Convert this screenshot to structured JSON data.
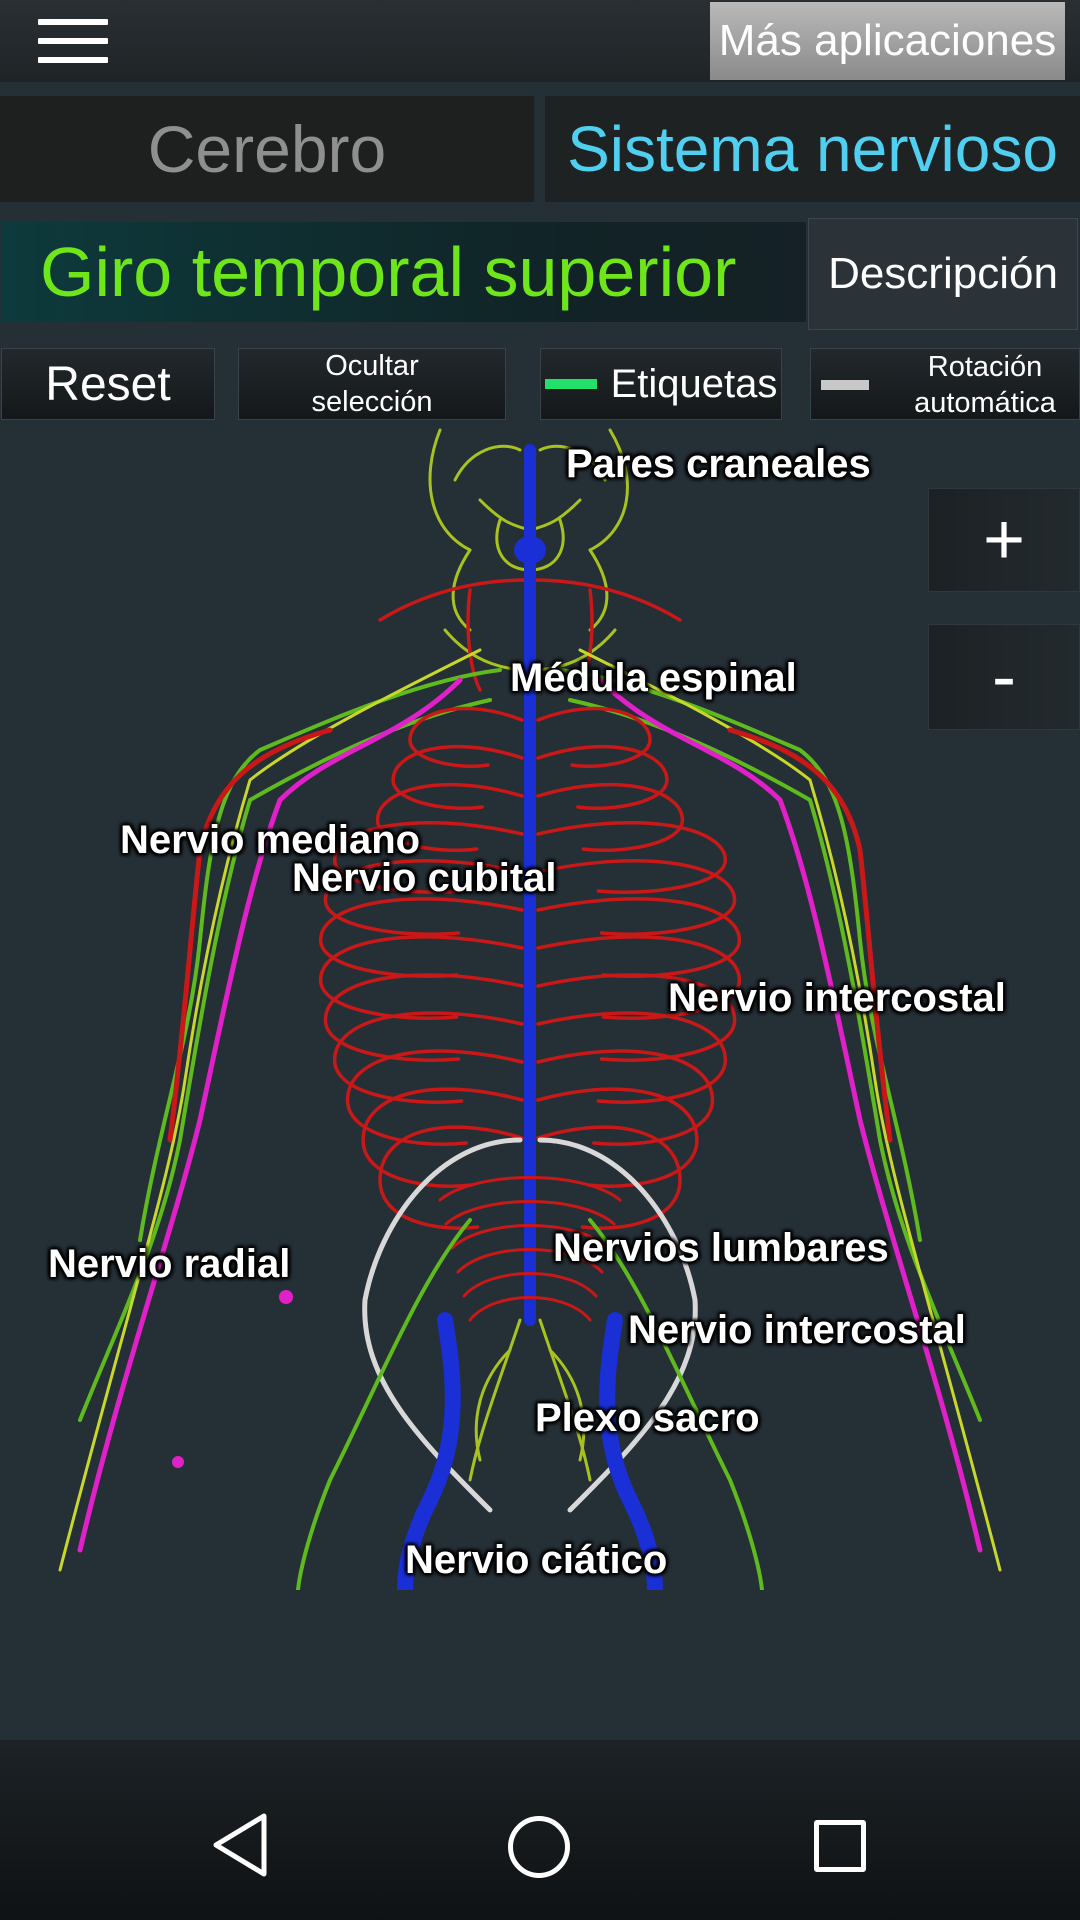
{
  "toolbar": {
    "more_apps_label": "Más aplicaciones"
  },
  "tabs": [
    {
      "label": "Cerebro",
      "active": false
    },
    {
      "label": "Sistema nervioso",
      "active": true
    }
  ],
  "selection": {
    "title": "Giro temporal superior",
    "description_label": "Descripción"
  },
  "actions": {
    "reset_label": "Reset",
    "hide_selection_line1": "Ocultar",
    "hide_selection_line2": "selección",
    "labels_label": "Etiquetas",
    "labels_indicator_color": "#22e06a",
    "auto_rotate_line1": "Rotación",
    "auto_rotate_line2": "automática",
    "auto_rotate_indicator_color": "#c8c8c8"
  },
  "zoom": {
    "in_label": "+",
    "out_label": "-"
  },
  "labels": [
    {
      "text": "Pares craneales"
    },
    {
      "text": "Médula espinal"
    },
    {
      "text": "Nervio mediano"
    },
    {
      "text": "Nervio cubital"
    },
    {
      "text": "Nervio intercostal"
    },
    {
      "text": "Nervio radial"
    },
    {
      "text": "Nervios lumbares"
    },
    {
      "text": "Nervio intercostal"
    },
    {
      "text": "Plexo sacro"
    },
    {
      "text": "Nervio ciático"
    }
  ],
  "colors": {
    "spinal_cord": "#1a2fd6",
    "intercostal": "#c81818",
    "nerve_green": "#7ec21a",
    "nerve_yellow": "#c8d82a",
    "nerve_magenta": "#e020c8",
    "pelvis_white": "#d8d8d8",
    "selection_title": "#6fe61a",
    "active_tab": "#4fd0f0"
  },
  "icons": {
    "menu": "hamburger-icon",
    "back": "back-triangle-icon",
    "home": "home-circle-icon",
    "recent": "recent-square-icon"
  }
}
